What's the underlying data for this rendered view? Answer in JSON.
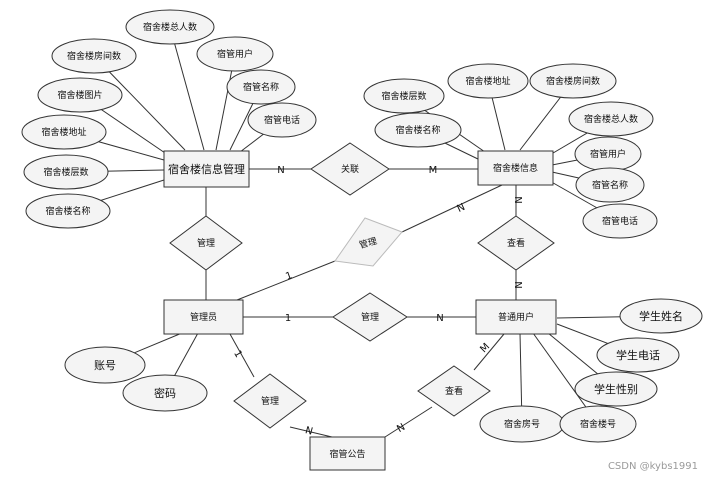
{
  "entities": {
    "dorm_info_mgmt": "宿舍楼信息管理",
    "dorm_info": "宿舍楼信息",
    "admin": "管理员",
    "normal_user": "普通用户",
    "notice": "宿管公告"
  },
  "relationships": {
    "associate": "关联",
    "manage_info": "管理",
    "manage_dorm": "管理",
    "view_dorm": "查看",
    "manage_user": "管理",
    "manage_notice": "管理",
    "view_notice": "查看"
  },
  "attributes": {
    "mgmt": [
      "宿舍楼总人数",
      "宿舍楼房间数",
      "宿管用户",
      "宿舍楼图片",
      "宿管名称",
      "宿舍楼地址",
      "宿管电话",
      "宿舍楼层数",
      "宿舍楼名称"
    ],
    "info": [
      "宿舍楼地址",
      "宿舍楼房间数",
      "宿舍楼层数",
      "宿舍楼名称",
      "宿舍楼总人数",
      "宿管用户",
      "宿管名称",
      "宿管电话"
    ],
    "admin": [
      "账号",
      "密码"
    ],
    "user": [
      "学生姓名",
      "学生电话",
      "学生性别",
      "宿舍房号",
      "宿舍楼号"
    ]
  },
  "cardinalities": {
    "mgmt_associate": "N",
    "info_associate": "M",
    "info_manage": "N",
    "admin_manage_dorm": "1",
    "info_view": "N",
    "user_view": "N",
    "admin_manage_user": "1",
    "user_manage": "N",
    "admin_notice": "1",
    "notice_manage": "N",
    "notice_view": "N",
    "user_notice": "M"
  },
  "watermark": "CSDN @kybs1991"
}
